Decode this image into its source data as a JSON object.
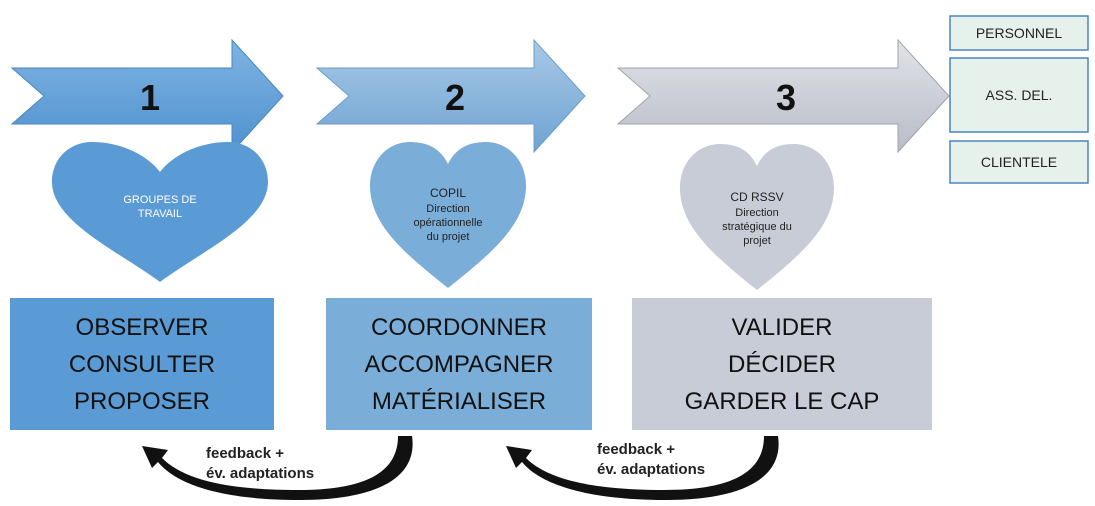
{
  "colors": {
    "blue_dark": "#5b9bd5",
    "blue_mid": "#7aaed9",
    "grey": "#c8ccd6",
    "side_box": "#e6f1ec",
    "curve": "#111111"
  },
  "steps": [
    {
      "number": "1",
      "heart": [
        "GROUPES DE",
        "TRAVAIL"
      ],
      "actions": [
        "OBSERVER",
        "CONSULTER",
        "PROPOSER"
      ]
    },
    {
      "number": "2",
      "heart": [
        "COPIL",
        "Direction",
        "opérationnelle",
        "du projet"
      ],
      "actions": [
        "COORDONNER",
        "ACCOMPAGNER",
        "MATÉRIALISER"
      ]
    },
    {
      "number": "3",
      "heart": [
        "CD RSSV",
        "Direction",
        "stratégique du",
        "projet"
      ],
      "actions": [
        "VALIDER",
        "DÉCIDER",
        "GARDER LE CAP"
      ]
    }
  ],
  "side_boxes": [
    "PERSONNEL",
    "ASS. DEL.",
    "CLIENTELE"
  ],
  "feedback": [
    {
      "line1": "feedback +",
      "line2": "év. adaptations"
    },
    {
      "line1": "feedback +",
      "line2": "év. adaptations"
    }
  ]
}
